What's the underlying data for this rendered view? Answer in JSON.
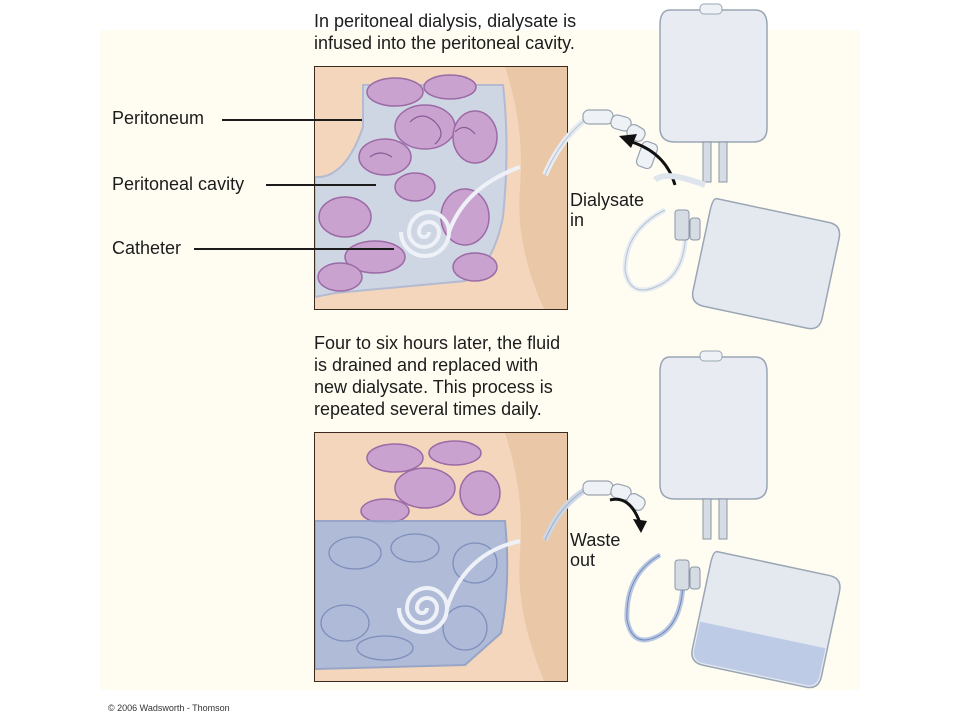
{
  "captions": {
    "top": "In peritoneal dialysis, dialysate is\ninfused into the peritoneal cavity.",
    "bottom": "Four to six hours later, the fluid\nis drained and replaced with\nnew dialysate. This process is\nrepeated several times daily."
  },
  "labels": {
    "peritoneum": "Peritoneum",
    "peritoneal_cavity": "Peritoneal cavity",
    "catheter": "Catheter",
    "dialysate_in": "Dialysate\nin",
    "waste_out": "Waste\nout"
  },
  "copyright": "© 2006 Wadsworth - Thomson"
}
